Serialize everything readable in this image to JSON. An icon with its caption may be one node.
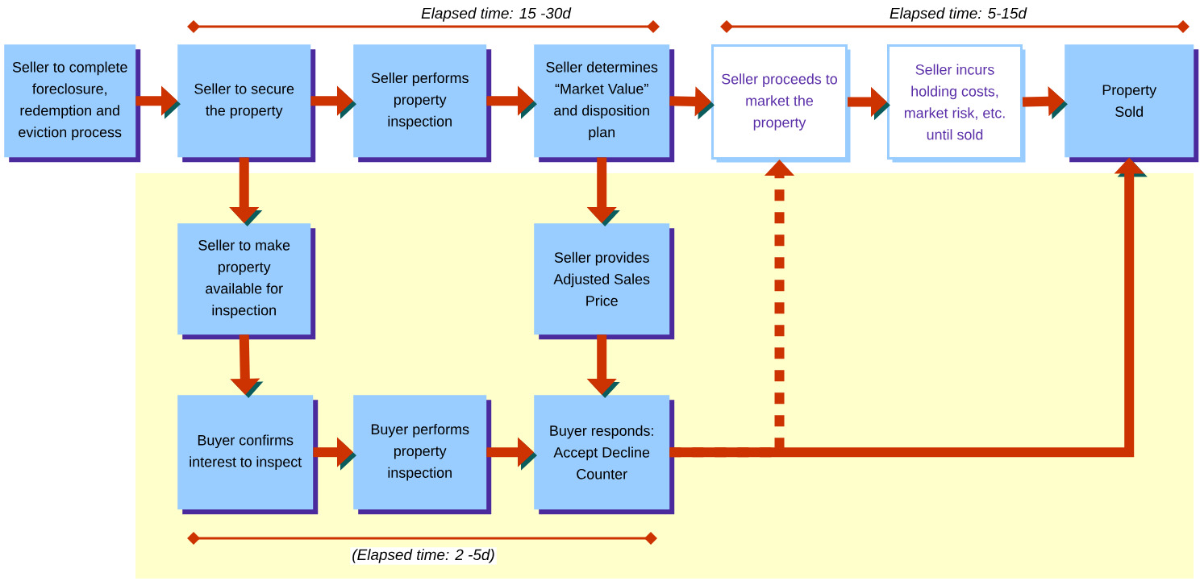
{
  "diagram": {
    "nodes": [
      {
        "text": [
          "Seller to complete foreclosure, redemption and eviction process"
        ]
      },
      {
        "text": [
          "Seller to secure the property"
        ]
      },
      {
        "text": [
          "Seller performs property inspection"
        ]
      },
      {
        "text": [
          "Seller determines “Market Value” and disposition plan"
        ]
      },
      {
        "text": [
          "Seller proceeds to market the property"
        ]
      },
      {
        "text": [
          "Seller incurs holding costs, market risk, etc. until sold"
        ]
      },
      {
        "text": [
          "Property Sold"
        ]
      },
      {
        "text": [
          "Seller to make property available for inspection"
        ]
      },
      {
        "text": [
          "Seller provides Adjusted Sales Price"
        ]
      },
      {
        "text": [
          "Buyer confirms interest to inspect"
        ]
      },
      {
        "text": [
          "Buyer performs property inspection"
        ]
      },
      {
        "text": [
          "Buyer responds: Accept Decline Counter"
        ]
      }
    ],
    "edges": [
      {
        "from": 0,
        "to": 1,
        "arrow": "to"
      },
      {
        "from": 1,
        "to": 2,
        "arrow": "to"
      },
      {
        "from": 2,
        "to": 3,
        "arrow": "to"
      },
      {
        "from": 3,
        "to": 4,
        "arrow": "to"
      },
      {
        "from": 4,
        "to": 5,
        "arrow": "to"
      },
      {
        "from": 5,
        "to": 6,
        "arrow": "to"
      },
      {
        "from": 1,
        "to": 7,
        "arrow": "to"
      },
      {
        "from": 3,
        "to": 8,
        "arrow": "to"
      },
      {
        "from": 7,
        "to": 9,
        "arrow": "to"
      },
      {
        "from": 8,
        "to": 11,
        "arrow": "to"
      },
      {
        "from": 9,
        "to": 10,
        "arrow": "to"
      },
      {
        "from": 10,
        "to": 11,
        "arrow": "to"
      },
      {
        "from": 11,
        "to": 4,
        "arrow": "to",
        "style": "dashed"
      },
      {
        "from": 11,
        "to": 6,
        "arrow": "to"
      }
    ],
    "labels": [
      "Elapsed time: 15 -30d",
      "Elapsed time: 5-15d",
      "(Elapsed time: 2 -5d)"
    ]
  }
}
